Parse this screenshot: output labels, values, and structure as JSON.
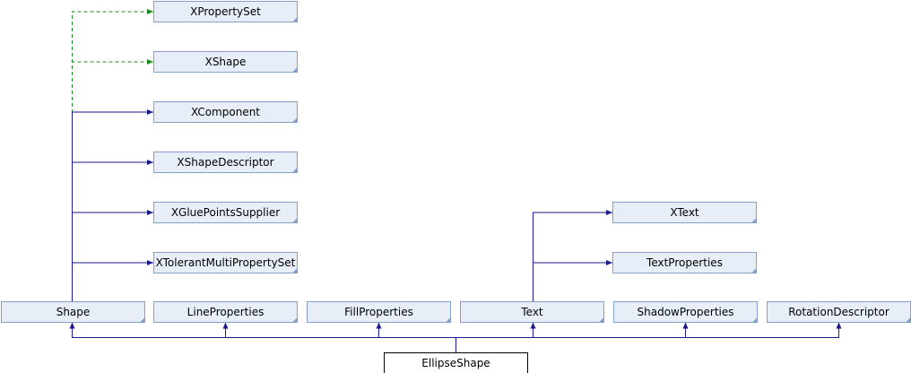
{
  "colors": {
    "node_fill": "#e8eef7",
    "node_border": "#84a0c8",
    "focus_fill": "#ffffff",
    "focus_border": "#000000",
    "inherit_edge": "#1a1a8c",
    "uses_edge": "#1a8c1a",
    "shadow": "#a0a0a0"
  },
  "focus": {
    "name": "EllipseShape"
  },
  "nodes": [
    {
      "id": "xpropertyset",
      "label": "XPropertySet"
    },
    {
      "id": "xshape",
      "label": "XShape"
    },
    {
      "id": "xcomponent",
      "label": "XComponent"
    },
    {
      "id": "xshapedescriptor",
      "label": "XShapeDescriptor"
    },
    {
      "id": "xgluepointssupplier",
      "label": "XGluePointsSupplier"
    },
    {
      "id": "xtolerantmultipropertyset",
      "label": "XTolerantMultiPropertySet"
    },
    {
      "id": "xtext",
      "label": "XText"
    },
    {
      "id": "textproperties",
      "label": "TextProperties"
    },
    {
      "id": "shape",
      "label": "Shape"
    },
    {
      "id": "lineproperties",
      "label": "LineProperties"
    },
    {
      "id": "fillproperties",
      "label": "FillProperties"
    },
    {
      "id": "text",
      "label": "Text"
    },
    {
      "id": "shadowproperties",
      "label": "ShadowProperties"
    },
    {
      "id": "rotationdescriptor",
      "label": "RotationDescriptor"
    }
  ],
  "edges": [
    {
      "from": "shape",
      "to": "xpropertyset",
      "style": "dashed"
    },
    {
      "from": "shape",
      "to": "xshape",
      "style": "dashed"
    },
    {
      "from": "shape",
      "to": "xcomponent",
      "style": "solid"
    },
    {
      "from": "shape",
      "to": "xshapedescriptor",
      "style": "solid"
    },
    {
      "from": "shape",
      "to": "xgluepointssupplier",
      "style": "solid"
    },
    {
      "from": "shape",
      "to": "xtolerantmultipropertyset",
      "style": "solid"
    },
    {
      "from": "text",
      "to": "xtext",
      "style": "solid"
    },
    {
      "from": "text",
      "to": "textproperties",
      "style": "solid"
    },
    {
      "from": "ellipseshape",
      "to": "shape",
      "style": "solid"
    },
    {
      "from": "ellipseshape",
      "to": "lineproperties",
      "style": "solid"
    },
    {
      "from": "ellipseshape",
      "to": "fillproperties",
      "style": "solid"
    },
    {
      "from": "ellipseshape",
      "to": "text",
      "style": "solid"
    },
    {
      "from": "ellipseshape",
      "to": "shadowproperties",
      "style": "solid"
    },
    {
      "from": "ellipseshape",
      "to": "rotationdescriptor",
      "style": "solid"
    }
  ]
}
